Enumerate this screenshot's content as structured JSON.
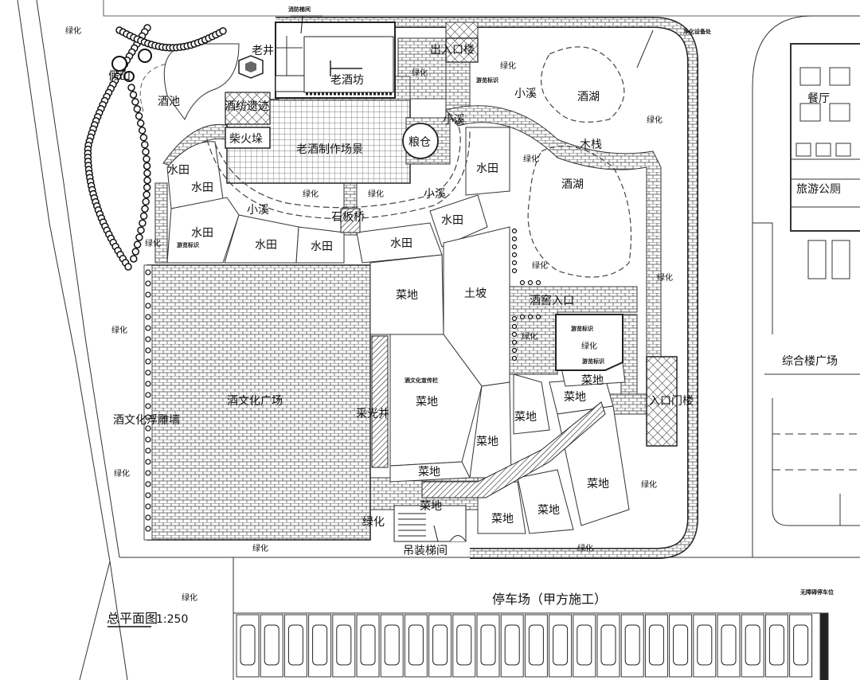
{
  "plan": {
    "title": "总平面图",
    "scale": "1:250",
    "buildings": {
      "old_winery": "老酒坊",
      "workshop_square": "老酒制作场景",
      "granary": "粮仓",
      "firewood": "柴火垛",
      "old_well": "老井",
      "ruins": "酒纺遗迹",
      "exit_stair": "出入口楼",
      "hoist_room": "吊装梯间",
      "elevator": "入口门楼",
      "cellar_entrance": "酒窖入口",
      "fire_stair": "消防梯间",
      "purifier": "净化设备处"
    },
    "areas": {
      "wine_pool": "酒池",
      "false_mountain": "假山",
      "wine_lake": "酒湖",
      "creek": "小溪",
      "paddy": "水田",
      "veg": "菜地",
      "slope": "土坡",
      "green": "绿化",
      "culture_square": "酒文化广场",
      "culture_wall": "酒文化浮雕墙",
      "skylight": "采光井",
      "culture_board": "酒文化宣传栏",
      "guide_sign": "游览标识",
      "stone_bridge": "石板桥",
      "plank": "木栈"
    },
    "neighbors": {
      "plaza": "综合楼广场",
      "hotel": "旅游公厕",
      "restaurant": "餐厅"
    },
    "parking": {
      "label": "停车场（甲方施工）",
      "accessible": "无障碍停车位"
    }
  }
}
